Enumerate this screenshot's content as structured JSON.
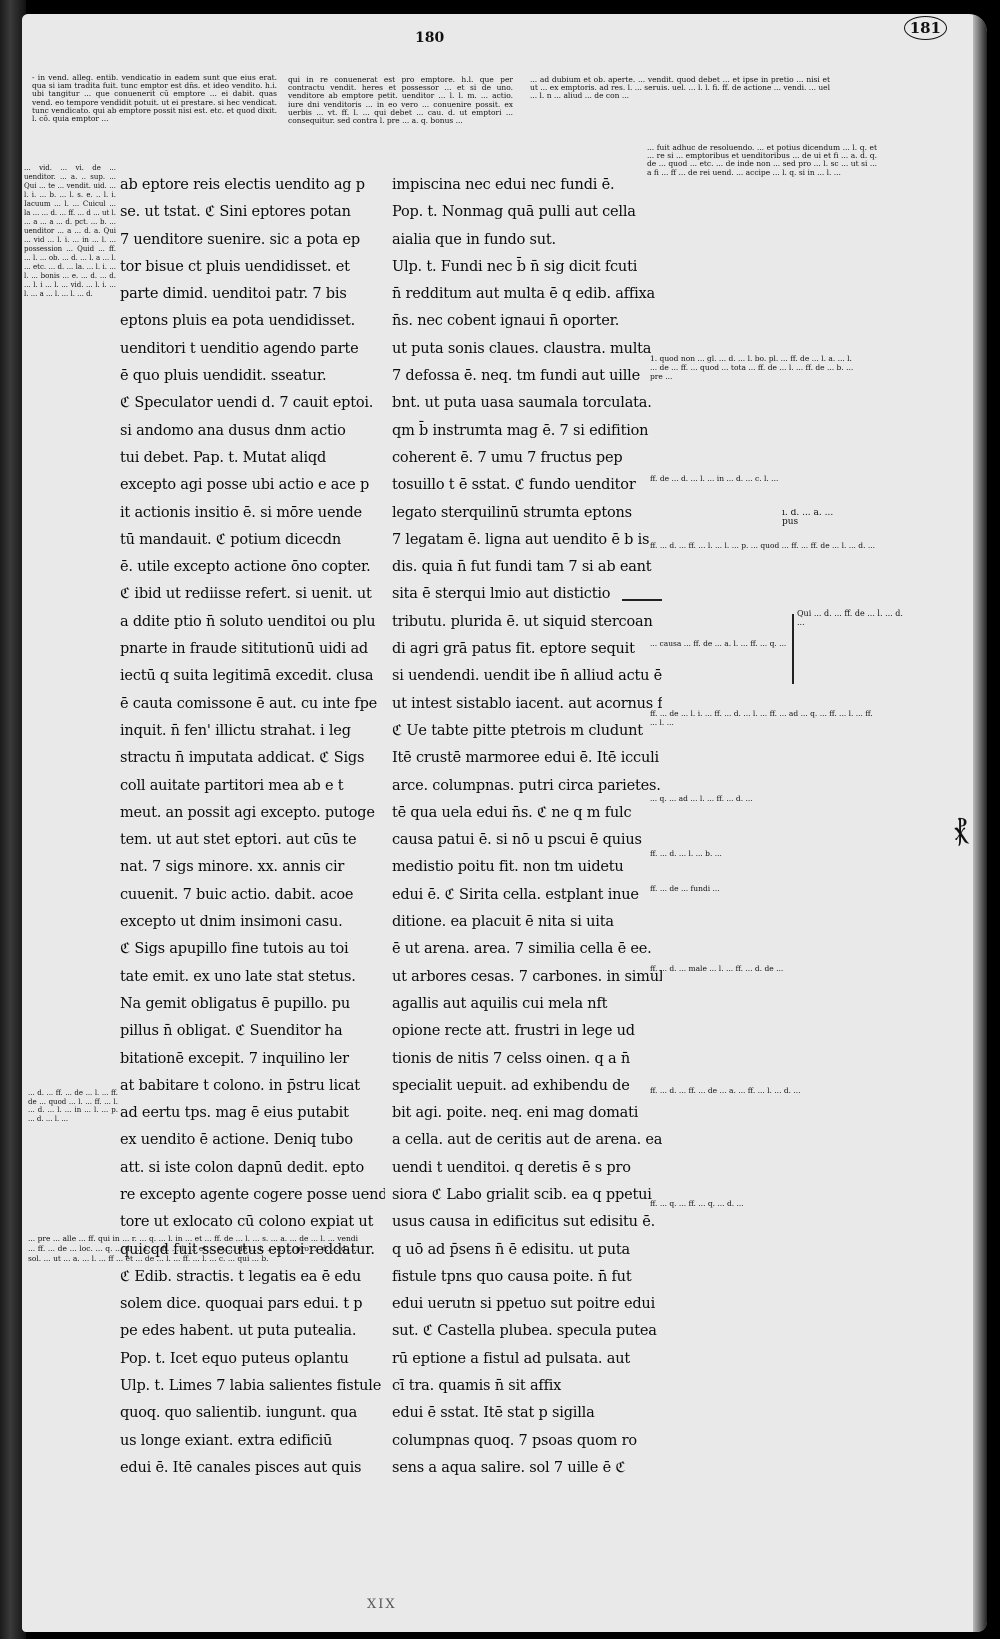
{
  "folio_number": "180",
  "folio_circled": "181",
  "footer_mark": "XIX",
  "gloss": {
    "top_left": "- in vend. alleg. entib. vendicatio in eadem sunt que eius erat. qua si iam tradita fuit. tunc emptor est dn̄s. et ideo vendito. h.i. ubi tangitur ... que conuenerit cū emptore ... ei dabit. quas vend. eo tempore vendidit potuit. ut ei prestare. si hec vendicat. tunc vendicato. qui ab emptore possit nisi est. etc. et quod dixit. l. cō. quia emptor ...",
    "top_middle": "qui in re conuenerat est pro emptore. h.l. que per contractu vendit. heres et possessor ... et si de uno. venditore ab emptore petit. uenditor ... l. l. m. ... actio. iure dni venditoris ... in eo vero ... conuenire possit. ex uerbis ... vt. ff. l. ... qui debet ... cau. d. ut emptori ... consequitur. sed contra l. pre ... a. q. bonus ...",
    "top_right": "... ad dubium et ob. aperte. ... vendit. quod debet ... et ipse in pretio ... nisi et ut ... ex emptoris. ad res. l. ... seruis. uel. ... l. l. fi. ff. de actione ... vendi. ... uel ... l. n ... aliud ... de con ...",
    "right_top": "... fuit adhuc de resoluendo. ... et potius dicendum ... l. q. et ... re si ... emptoribus et uenditoribus ... de ui et fi ... a. d. q. de ... quod ... etc. ... de inde non ... sed pro ... l. sc ... ut si ... a fi ... ff ... de rei uend. ... accipe ... l. q. si in ... l. ...",
    "left_col": "... vid. ... vi. de ... uenditor. ... a. .. sup. ... Qui ... te ... vendit. uid. ... l. i. ... b. ... l. s. e. .. l. i. Iacuum ... l. ... Cuicul ... la ... ... d. ... ff. ... d ... ut l. ... a ... a ... d. pct. ... b. ... uenditor ... a ... d. a. Qui ... vid ... l. i. ... in ... l. ... possession ... Quid ... ff. ... l. ... ob. ... d. ... l. a ... l. ... etc. ... d. ... la. ... l. i. ... l. ... bonis ... e. ... d. ... d. ... l. i ... l. ... vid. ... l. i. ... l. ... a ... l. ... l. ... d.",
    "left_mid": "... d. ... ff. ... de ... l. ... ff. de ... quod ... l. ... ff. ... l. ... d. ... l. ... in ... l. ... p. ... d. ... l. ...",
    "bottom": "... pre ... alle ... ff. qui in ... r. ... q. ... l. in ... et ... ff. de ... l. ... s. ... a. ... de ... l. ... vendi ... ff. ... de ... loc. ... q. ... d. ... l. ... ff. ... l. ... et ... c. ... de ... l. ... a. ... pro ... d. ... d. ... sol. ... ut ... a. ... l. ... ff ... et ... de ... l. ... ff. ... l. ... c. ... qui ... b."
  },
  "column_a": [
    "ab eptore reis electis uendito ag p",
    "se. ut tstat. ℭ Sini eptores potan",
    "7 uenditore suenire. sic a pota ep",
    "tor bisue ct pluis uendidisset. et",
    "parte dimid. uenditoi patr. 7 bis",
    "eptons pluis ea pota uendidisset.",
    "uenditori t uenditio agendo parte",
    "ē quo pluis uendidit. sseatur.",
    "ℭ Speculator uendi d. 7 cauit eptoi.",
    "si andomo ana dusus dnm actio",
    "tui debet. Pap. t. Mutat aliqd",
    "excepto agi posse ubi actio e ace p",
    "it actionis insitio ē. si mōre uende",
    "tū mandauit. ℭ potium dicecdn",
    "ē. utile excepto actione ōno copter.",
    "ℭ ibid ut rediisse refert. si uenit. ut",
    "a ddite ptio n̄ soluto uenditoi ou plu",
    "pnarte in fraude sititutionū uidi ad",
    "iectū q suita legitimā excedit. clusa",
    "ē cauta comissone ē aut. cu inte fpe",
    "inquit. n̄ fen' illictu strahat. i leg",
    "stractu n̄ imputata addicat. ℭ Sigs",
    "coll auitate partitori mea ab e t",
    "meut. an possit agi excepto. putoge",
    "tem. ut aut stet eptori. aut cūs te",
    "nat. 7 sigs minore. xx. annis cir",
    "cuuenit. 7 buic actio. dabit. acoe",
    "excepto ut dnim insimoni casu.",
    "ℭ Sigs apupillo fine tutois au toi",
    "tate emit. ex uno late stat stetus.",
    "Na gemit obligatus ē pupillo. pu",
    "pillus n̄ obligat. ℭ Suenditor ha",
    "bitationē excepit. 7 inquilino ler",
    "at babitare t colono. in p̄stru licat",
    "ad eertu tps. mag ē eius putabit",
    "ex uendito ē actione. Deniq tubo",
    "att. si iste colon dapnū dedit. epto",
    "re excepto agente cogere posse uendi",
    "tore ut exlocato cū colono expiat ut",
    "quicqd fuit ssecutus eptoi reddatur.",
    "ℭ Edib. stractis. t legatis ea ē edu",
    "solem dice. quoquai pars edui. t p",
    "pe edes habent. ut puta putealia.",
    "Pop. t. Icet equo puteus oplantu",
    "Ulp. t. Limes 7 labia salientes fistule",
    "quoq. quo salientib. iungunt. qua",
    "us longe exiant. extra edificiū",
    "edui ē. Itē canales pisces aut quis"
  ],
  "column_b": [
    "impiscina nec edui nec fundi ē.",
    "Pop. t. Nonmag quā pulli aut cella",
    "aialia que in fundo sut.",
    "Ulp. t. Fundi nec b̄ n̄ sig dicit fcuti",
    "n̄ redditum aut multa ē q edib. affixa",
    "n̄s. nec cobent ignaui n̄ oporter.",
    "ut puta sonis claues. claustra. multa",
    "7 defossa ē. neq. tm fundi aut uille",
    "bnt. ut puta uasa saumala torculata.",
    "qm b̄ instrumta mag ē. 7 si edifition",
    "coherent ē. 7 umu 7 fructus pep",
    "tosuillo t ē sstat. ℭ fundo uenditor",
    "legato sterquilinū strumta eptons",
    "7 legatam ē. ligna aut uendito ē b is",
    "dis. quia n̄ fut fundi tam 7 si ab eant",
    "sita ē sterqui lmio aut distictio",
    "tributu. plurida ē. ut siquid stercoan",
    "di agri grā patus fit. eptore sequit",
    "si uendendi. uendit ibe n̄ alliud actu ē",
    "ut intest sistablo iacent. aut acornus fit.",
    "ℭ Ue tabte pitte ptetrois m cludunt",
    "Itē crustē marmoree edui ē. Itē icculi",
    "arce. columpnas. putri circa parietes. i",
    "tē qua uela edui n̄s. ℭ ne q m fulc",
    "causa patui ē. si nō u pscui ē quius",
    "medistio poitu fit. non tm uidetu",
    "edui ē. ℭ Sirita cella. estplant inue",
    "ditione. ea placuit ē nita si uita",
    "ē ut arena. area. 7 similia cella ē ee.",
    "ut arbores cesas. 7 carbones. in simul",
    "agallis aut aquilis cui mela nft",
    "opione recte att. frustri in lege ud",
    "tionis de nitis 7 celss oinen. q a n̄",
    "specialit uepuit. ad exhibendu de",
    "bit agi. poite. neq. eni mag domati",
    "a cella. aut de ceritis aut de arena. ea",
    "uendi t uenditoi. q deretis ē s pro",
    "siora ℭ Labo grialit scib. ea q ppetui",
    "usus causa in edificitus sut edisitu ē.",
    "q uō ad p̄sens n̄ ē edisitu. ut puta",
    "fistule tpns quo causa poite. n̄ fut",
    "edui uerutn si ppetuo sut poitre edui",
    "sut. ℭ Castella plubea. specula putea",
    "rū eptione a fistul ad pulsata. aut",
    "cī tra. quamis n̄ sit affix",
    "edui ē sstat. Itē stat p sigilla",
    "columpnas quoq. 7 psoas quom ro",
    "sens a aqua salire. sol 7 uille ē ℭ"
  ],
  "notes": {
    "n1": "1. quod non ... gl. ... d. ... l. bo. pl. ... ff. de ... l. a. ... l. ... de ... ff. ... quod ... tota ... ff. de ... l. ... ff. de ... b. ... pre ...",
    "n2": "ff. de ... d. ... l. ... in ... d. ... c. l. ...",
    "n3": "i. d. ... a. ... pus",
    "n4": "ff. ... d. ... ff. ... l. ... l. ... p. ... quod ... ff. ... ff. de ... l. ... d. ...",
    "n5": "Qui ... d. ... ff. de ... l. ... d. ...",
    "n6": "... causa ... ff. de ... a. l. ... ff. ... q. ...",
    "n7": "ff. ... de ... l. i. ... ff. ... d. ... l. ... ff. ... ad ... q. ... ff. ... l. ... ff. ... l. ...",
    "n8": "... q. ... ad ... l. ... ff. ... d. ...",
    "n9": "ff. ... d. ... l. ... b. ...",
    "n10": "ff. ... de ... fundi ...",
    "n11": "ff. ... d. ... male ... l. ... ff. ... d. de ...",
    "n12": "ff. ... d. ... ff. ... de ... a. ... ff. ... l. ... d. ...",
    "n13": "ff. ... q. ... ff. ... q. ... d. ..."
  }
}
